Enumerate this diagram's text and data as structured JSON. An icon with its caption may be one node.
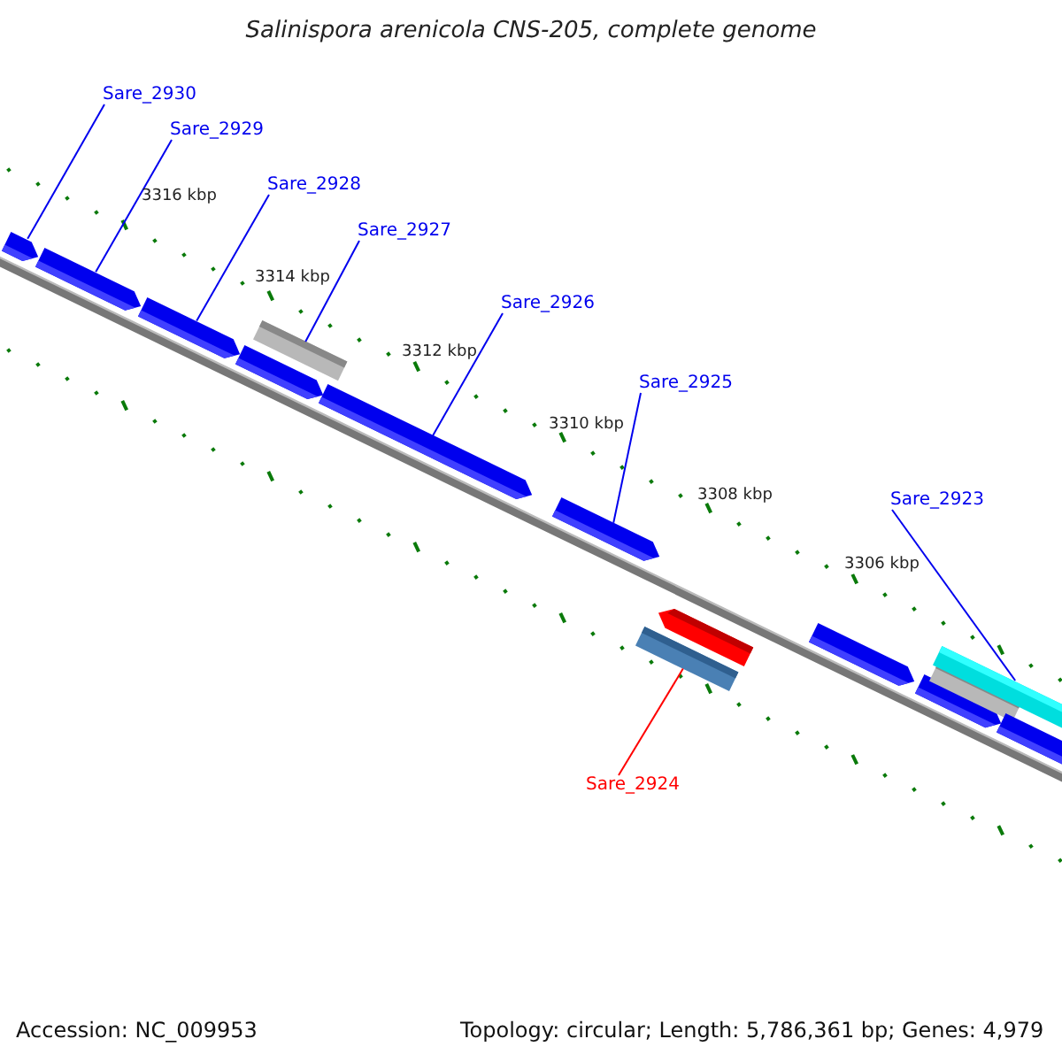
{
  "diagram": {
    "title": "Salinispora arenicola CNS-205, complete genome",
    "nodes": [
      {
        "text": [
          "Sare_2930"
        ]
      },
      {
        "text": [
          "Sare_2929"
        ]
      },
      {
        "text": [
          "Sare_2928"
        ]
      },
      {
        "text": [
          "Sare_2927"
        ]
      },
      {
        "text": [
          "Sare_2926"
        ]
      },
      {
        "text": [
          "Sare_2925"
        ]
      },
      {
        "text": [
          "Sare_2923"
        ]
      },
      {
        "text": [
          "Sare_2924"
        ]
      },
      {
        "text": [],
        "shape": "bar"
      },
      {
        "text": [],
        "shape": "bar"
      },
      {
        "text": [],
        "shape": "bar"
      },
      {
        "text": [],
        "shape": "bar"
      },
      {
        "text": [],
        "shape": "bar"
      },
      {
        "text": [],
        "shape": "bar"
      },
      {
        "text": [],
        "shape": "bar"
      },
      {
        "text": [],
        "shape": "bar"
      },
      {
        "text": [],
        "shape": "bar"
      },
      {
        "text": [],
        "shape": "bar"
      },
      {
        "text": [],
        "shape": "bar"
      },
      {
        "text": [],
        "shape": "bar"
      },
      {
        "text": [],
        "shape": "bar"
      },
      {
        "text": [],
        "shape": "bar"
      }
    ],
    "edges": [
      {
        "from": 0,
        "to": 8,
        "arrow": "none"
      },
      {
        "from": 1,
        "to": 9,
        "arrow": "none"
      },
      {
        "from": 2,
        "to": 10,
        "arrow": "none"
      },
      {
        "from": 3,
        "to": 12,
        "arrow": "none"
      },
      {
        "from": 4,
        "to": 13,
        "arrow": "none"
      },
      {
        "from": 5,
        "to": 14,
        "arrow": "none"
      },
      {
        "from": 6,
        "to": 20,
        "arrow": "none"
      },
      {
        "from": 7,
        "to": 15,
        "arrow": "none",
        "color": "#ff0000"
      }
    ],
    "labels": [
      "3316 kbp",
      "3314 kbp",
      "3312 kbp",
      "3310 kbp",
      "3308 kbp",
      "3306 kbp",
      "Accession: NC_009953",
      "Topology: circular; Length: 5,786,361 bp; Genes: 4,979"
    ]
  }
}
